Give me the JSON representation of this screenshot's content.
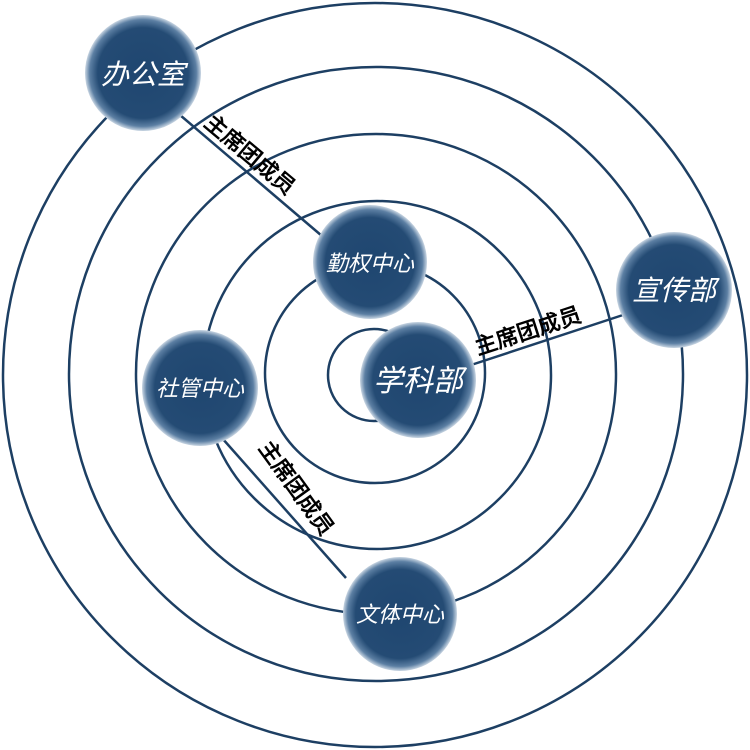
{
  "colors": {
    "ring": "#1d3f63",
    "node": "#1f4670",
    "node_edge": "#5c7fa3"
  },
  "nodes": [
    {
      "id": "office",
      "label": "办公室"
    },
    {
      "id": "rights",
      "label": "勤权中心"
    },
    {
      "id": "publicity",
      "label": "宣传部"
    },
    {
      "id": "academic",
      "label": "学科部"
    },
    {
      "id": "community",
      "label": "社管中心"
    },
    {
      "id": "culture",
      "label": "文体中心"
    }
  ],
  "edges": [
    {
      "from": "office",
      "to": "rights",
      "label": "主席团成员"
    },
    {
      "from": "academic",
      "to": "publicity",
      "label": "主席团成员"
    },
    {
      "from": "community",
      "to": "culture",
      "label": "主席团成员"
    }
  ]
}
